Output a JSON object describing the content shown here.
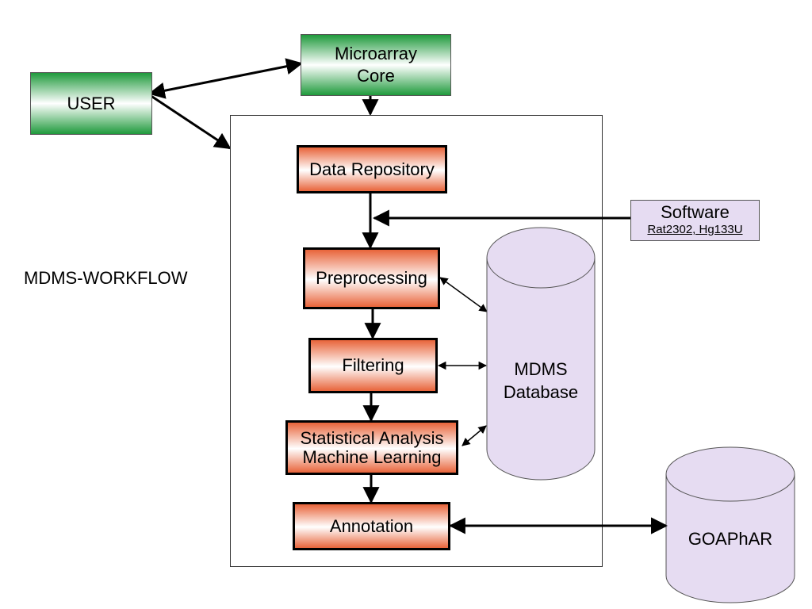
{
  "nodes": {
    "user": "USER",
    "microarray_core": "Microarray Core",
    "data_repository": "Data Repository",
    "preprocessing": "Preprocessing",
    "filtering": "Filtering",
    "statistical_analysis": "Statistical Analysis Machine Learning",
    "annotation": "Annotation",
    "software_title": "Software",
    "software_sub": "Rat2302, Hg133U",
    "mdms_database": "MDMS Database",
    "goaphar": "GOAPhAR"
  },
  "labels": {
    "workflow": "MDMS-WORKFLOW"
  },
  "colors": {
    "green": "#1f9a3c",
    "orange": "#e8643a",
    "lavender": "#e6dcf2"
  }
}
